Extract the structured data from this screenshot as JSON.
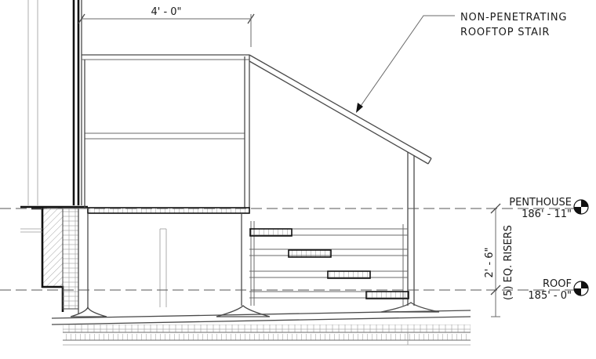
{
  "dimensions": {
    "top_width": "4' - 0\"",
    "riser_height": "2' - 6\"",
    "riser_note": "(5) EQ. RISERS"
  },
  "callout": {
    "line1": "NON-PENETRATING",
    "line2": "ROOFTOP STAIR"
  },
  "levels": [
    {
      "name": "PENTHOUSE",
      "elevation": "186' - 11\""
    },
    {
      "name": "ROOF",
      "elevation": "185' - 0\""
    }
  ]
}
